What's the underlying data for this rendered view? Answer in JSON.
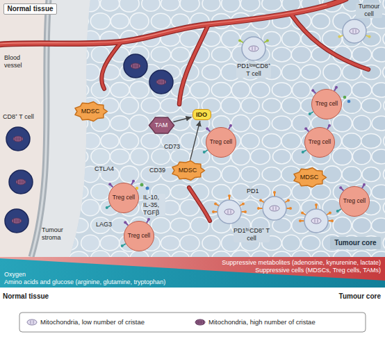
{
  "diagram": {
    "nodes": [
      {
        "text": [
          "Normal tissue"
        ]
      },
      {
        "text": [
          "MDSC"
        ]
      },
      {
        "text": [
          "TAM"
        ]
      },
      {
        "text": [
          "IDO"
        ]
      },
      {
        "text": [
          "MDSC"
        ]
      },
      {
        "text": [
          "Treg cell"
        ]
      },
      {
        "text": [
          "Treg cell"
        ]
      },
      {
        "text": [
          "Treg cell"
        ]
      },
      {
        "text": [
          "MDSC"
        ]
      },
      {
        "text": [
          "Treg cell"
        ]
      },
      {
        "text": [
          "Treg cell"
        ]
      },
      {
        "text": [
          "Treg cell"
        ]
      },
      {
        "text": [
          "Tumour core"
        ]
      }
    ],
    "edges": [
      {
        "from": 2,
        "to": 3,
        "arrow": "to"
      },
      {
        "from": 4,
        "to": 3,
        "arrow": "to"
      }
    ],
    "labels": [
      "CD8⁺ T cell",
      "Blood vessel",
      "PD1ˡᵒʷCD8⁺ T cell",
      "Tumour cell",
      "CTLA4",
      "CD73",
      "CD39",
      "IL-10, IL-35, TGFβ",
      "LAG3",
      "PD1",
      "PD1ʰⁱCD8⁺ T cell",
      "Tumour stroma",
      "Suppressive metabolites (adenosine, kynurenine, lactate)",
      "Suppressive cells (MDSCs, Treg cells, TAMs)",
      "Oxygen",
      "Amino acids and glucose (arginine, glutamine, tryptophan)",
      "Normal tissue",
      "Tumour core"
    ],
    "legend": [
      {
        "text": "Mitochondria, low number of cristae"
      },
      {
        "text": "Mitochondria, high number of cristae"
      }
    ]
  }
}
